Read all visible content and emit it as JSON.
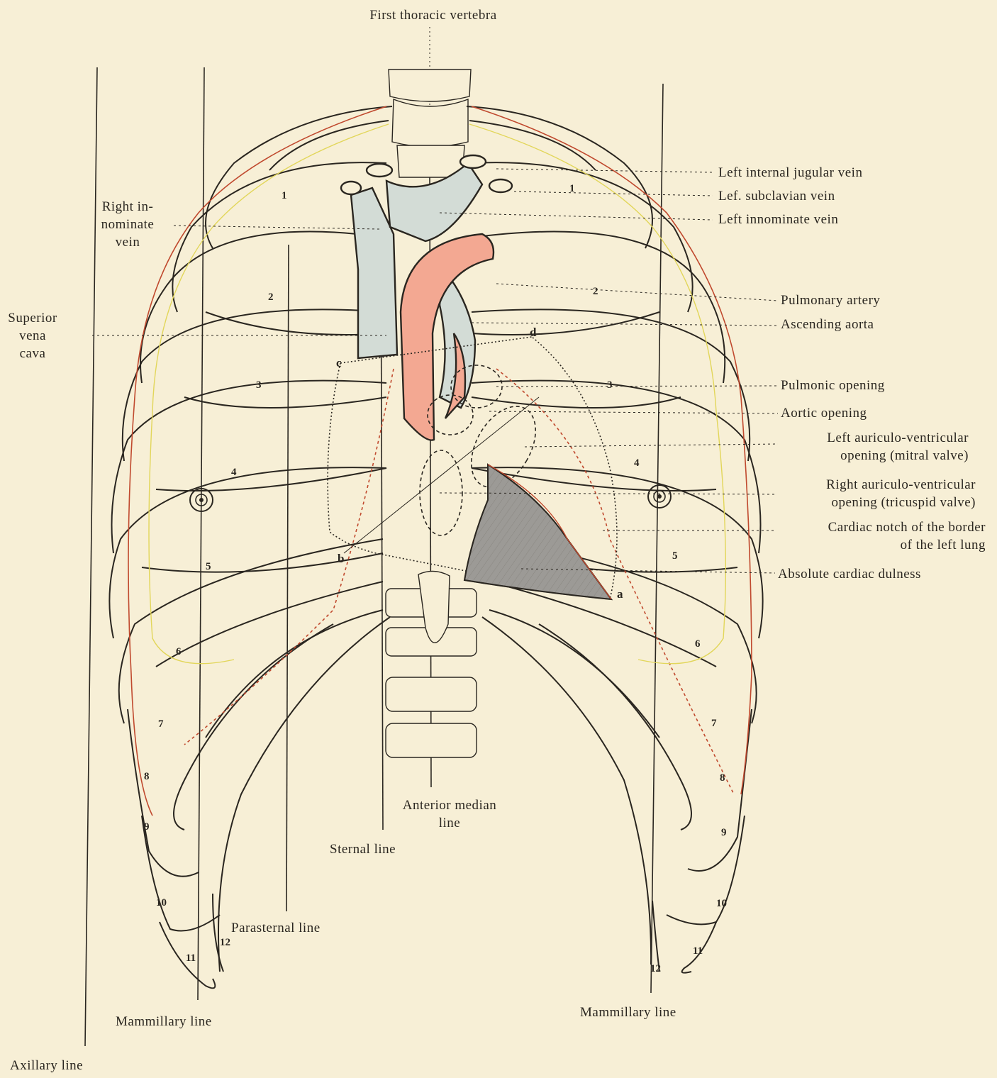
{
  "labels": {
    "first_thoracic_vertebra": "First thoracic vertebra",
    "left_internal_jugular_vein": "Left internal jugular vein",
    "left_subclavian_vein": "Lef. subclavian vein",
    "left_innominate_vein": "Left innominate vein",
    "right_innominate_vein": [
      "Right in-",
      "nominate",
      "vein"
    ],
    "superior_vena_cava": [
      "Superior",
      "vena",
      "cava"
    ],
    "pulmonary_artery": "Pulmonary artery",
    "ascending_aorta": "Ascending aorta",
    "pulmonic_opening": "Pulmonic opening",
    "aortic_opening": "Aortic opening",
    "left_av_opening": [
      "Left auriculo-ventricular",
      "opening (mitral valve)"
    ],
    "right_av_opening": [
      "Right auriculo-ventricular",
      "opening (tricuspid valve)"
    ],
    "cardiac_notch": [
      "Cardiac notch of the border",
      "of the left lung"
    ],
    "absolute_cardiac_dulness": "Absolute cardiac dulness",
    "anterior_median_line": [
      "Anterior median",
      "line"
    ],
    "sternal_line": "Sternal line",
    "parasternal_line": "Parasternal line",
    "mammillary_line_right": "Mammillary line",
    "mammillary_line_left": "Mammillary line",
    "axillary_line": "Axillary line"
  },
  "point_letters": [
    "a",
    "b",
    "c",
    "d"
  ],
  "rib_numbers_right": [
    "1",
    "2",
    "3",
    "4",
    "5",
    "6",
    "7",
    "8",
    "9",
    "10",
    "11",
    "12"
  ],
  "rib_numbers_left": [
    "1",
    "2",
    "3",
    "4",
    "5",
    "6",
    "7",
    "8",
    "9",
    "10",
    "11",
    "12"
  ],
  "colors": {
    "paper": "#f7efd6",
    "ink": "#2a2620",
    "aorta": "#f3a892",
    "veins": "#d3dcd6",
    "pleura": "#c0492e",
    "lung": "#e2d65a",
    "dulness": "#9c9a96"
  }
}
